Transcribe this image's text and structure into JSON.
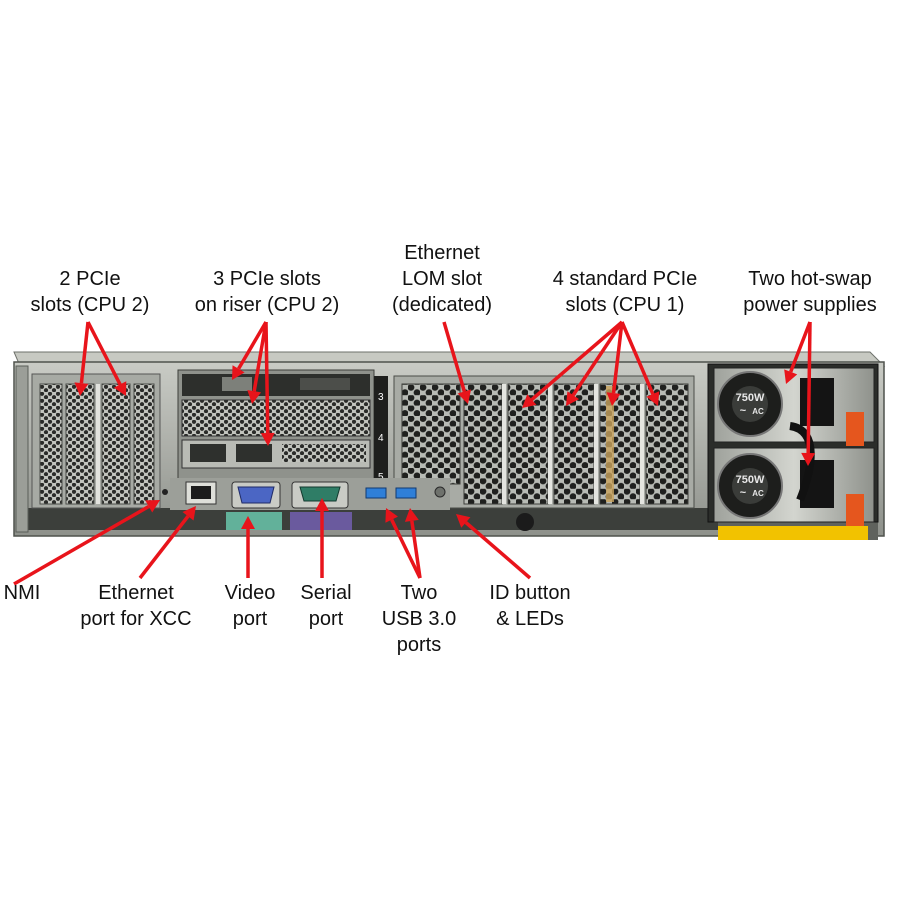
{
  "colors": {
    "arrow": "#e8141b",
    "chassis": "#a9aca6",
    "chassis_dark": "#5b5e5a",
    "label_text": "#111111",
    "usb_blue": "#2f7fd8",
    "vga_blue": "#4b66c4",
    "serial_green": "#2f7d66",
    "video_strip": "#62b19a",
    "serial_strip": "#6a5a9e",
    "handle_orange": "#e5561e",
    "warning_yellow": "#f2c200"
  },
  "labels": {
    "pcie_cpu2": [
      "2 PCIe",
      "slots (CPU 2)"
    ],
    "riser": [
      "3 PCIe slots",
      "on riser (CPU 2)"
    ],
    "lom": [
      "Ethernet",
      "LOM slot",
      "(dedicated)"
    ],
    "pcie_cpu1": [
      "4 standard PCIe",
      "slots (CPU 1)"
    ],
    "psu": [
      "Two hot-swap",
      "power supplies"
    ],
    "nmi": [
      "NMI"
    ],
    "xcc": [
      "Ethernet",
      "port for XCC"
    ],
    "video": [
      "Video",
      "port"
    ],
    "serial": [
      "Serial",
      "port"
    ],
    "usb": [
      "Two",
      "USB 3.0",
      "ports"
    ],
    "id": [
      "ID button",
      "& LEDs"
    ]
  },
  "hardware": {
    "riser_slot_numbers": [
      "3",
      "4",
      "5"
    ],
    "psu_rating": "750W",
    "psu_type": "AC",
    "psu_glyph": "~"
  },
  "icons": [
    "server-chassis-illustration",
    "arrow-icon",
    "vga-port-icon",
    "serial-port-icon",
    "usb-port-icon",
    "rj45-port-icon",
    "psu-fan-icon"
  ]
}
